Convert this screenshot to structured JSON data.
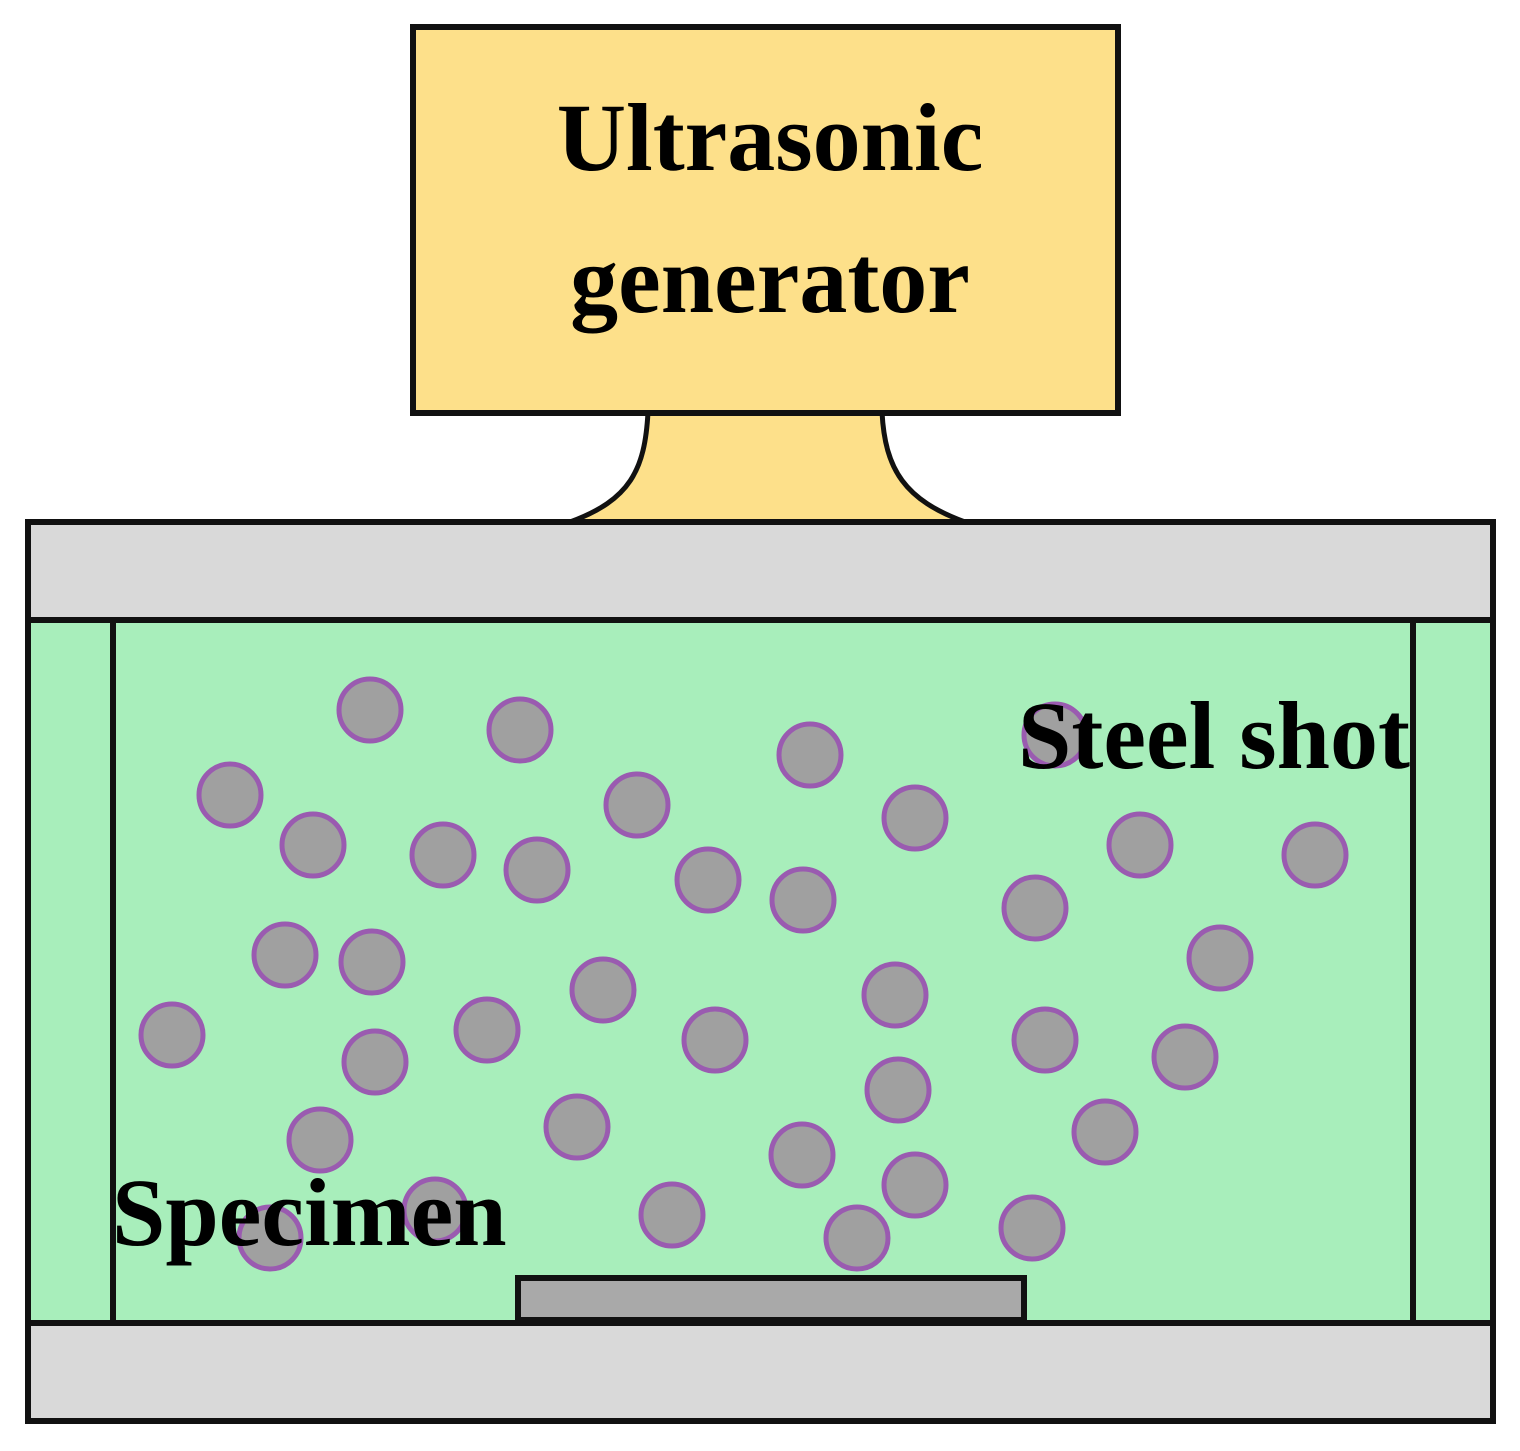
{
  "generator": {
    "label_line1": "Ultrasonic",
    "label_line2": "generator"
  },
  "labels": {
    "steel_shot": "Steel shot",
    "specimen": "Specimen"
  },
  "colors": {
    "generator_fill": "#fde08a",
    "chamber_plate": "#d9d9d9",
    "medium_fill": "#a8eebb",
    "shot_fill": "#a0a0a0",
    "shot_stroke": "#9a5bb0",
    "specimen_fill": "#a9a9a9",
    "outline": "#111111"
  }
}
